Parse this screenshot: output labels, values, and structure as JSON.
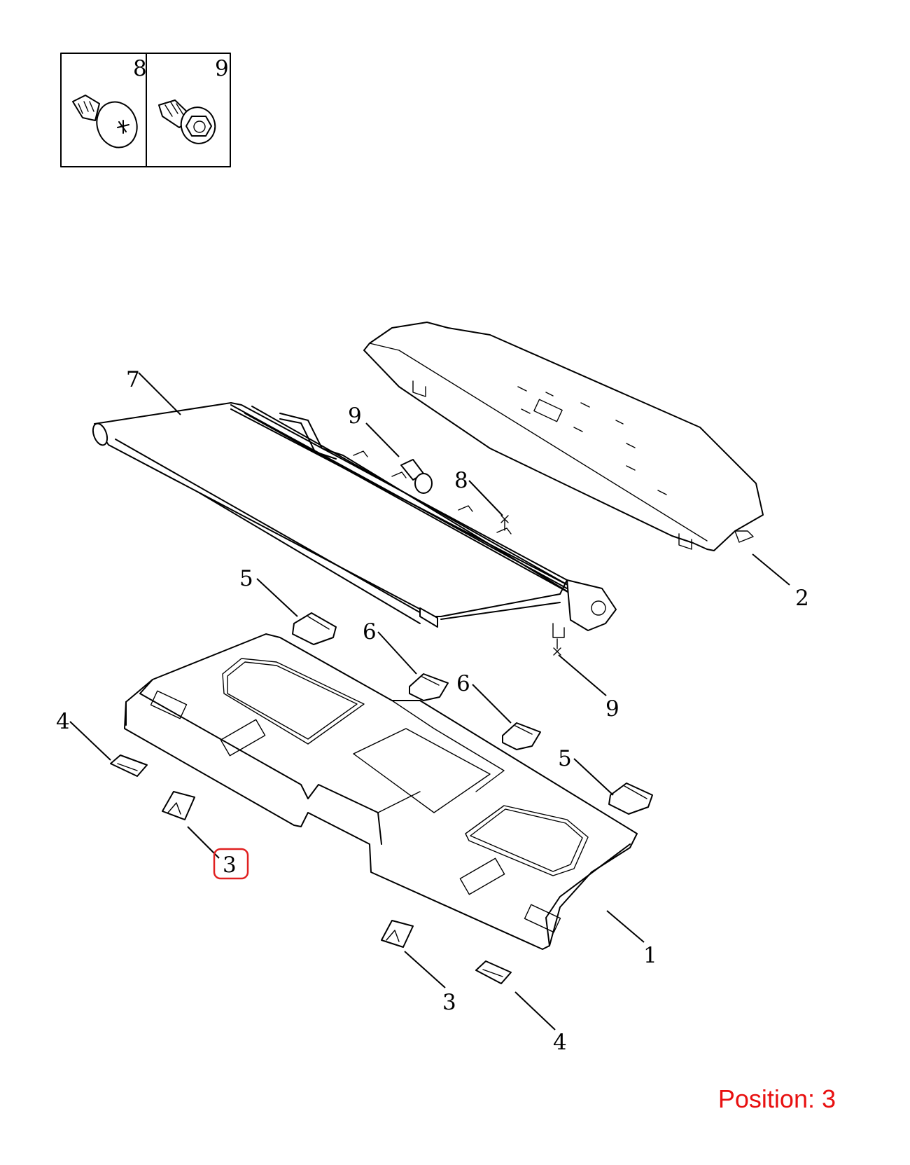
{
  "legend": {
    "items": [
      {
        "number": "8",
        "icon": "self-tapping-screw-icon"
      },
      {
        "number": "9",
        "icon": "flange-bolt-icon"
      }
    ]
  },
  "callouts": {
    "c7": "7",
    "c9_upper": "9",
    "c8": "8",
    "c2": "2",
    "c5_left": "5",
    "c6_left": "6",
    "c6_right": "6",
    "c9_lower": "9",
    "c4_left": "4",
    "c5_right": "5",
    "c3_highlighted": "3",
    "c1": "1",
    "c3_lower": "3",
    "c4_lower": "4"
  },
  "position": {
    "label": "Position: 3",
    "color": "#e81010"
  },
  "highlight_color": "#e02020"
}
